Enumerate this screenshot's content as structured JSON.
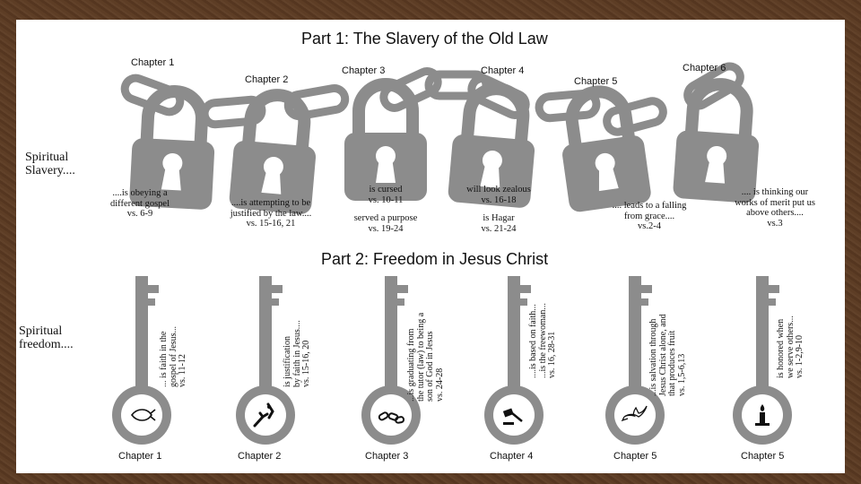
{
  "part1": {
    "title": "Part 1: The Slavery of the Old Law",
    "side_label": [
      "Spiritual",
      "Slavery...."
    ],
    "chapters": [
      {
        "label": "Chapter 1",
        "desc": [
          "....is obeying a",
          "different gospel",
          "vs. 6-9"
        ]
      },
      {
        "label": "Chapter 2",
        "desc": [
          "....is attempting to be",
          "justified by the law....",
          "vs. 15-16, 21"
        ]
      },
      {
        "label": "Chapter 3",
        "desc": [
          "is cursed",
          "vs. 10-11",
          "",
          "served a purpose",
          "vs. 19-24"
        ]
      },
      {
        "label": "Chapter 4",
        "desc": [
          "will look zealous",
          "vs. 16-18",
          "",
          "is Hagar",
          "vs. 21-24"
        ]
      },
      {
        "label": "Chapter 5",
        "desc": [
          ".... leads to a falling",
          "from grace....",
          "vs.2-4"
        ]
      },
      {
        "label": "Chapter 6",
        "desc": [
          ".... is thinking our",
          "works of merit put us",
          "above others....",
          "vs.3"
        ]
      }
    ]
  },
  "part2": {
    "title": "Part 2: Freedom in Jesus Christ",
    "side_label": [
      "Spiritual",
      "freedom...."
    ],
    "keys": [
      {
        "label": "Chapter 1",
        "icon": "fish-icon",
        "text": [
          "... is faith in the",
          "gospel of Jesus...",
          "vs. 11-12"
        ]
      },
      {
        "label": "Chapter 2",
        "icon": "hands-reaching-icon",
        "text": [
          "is justification",
          "by faith in Jesus....",
          "vs. 15-16, 20"
        ]
      },
      {
        "label": "Chapter 3",
        "icon": "broken-chains-icon",
        "text": [
          "...is graduating from",
          "the tutor (law) to being a",
          "son of God in Jesus",
          "vs. 24-28"
        ]
      },
      {
        "label": "Chapter 4",
        "icon": "gavel-icon",
        "text": [
          "....is based on faith...",
          "...is the freewoman...",
          "vs. 16, 28-31"
        ]
      },
      {
        "label": "Chapter 5",
        "icon": "dove-icon",
        "text": [
          "...is salvation through",
          "Jesus Christ alone, and",
          "that produces fruit",
          "vs. 1,5-6,13"
        ]
      },
      {
        "label": "Chapter 5",
        "icon": "candle-icon",
        "text": [
          "is honored when",
          "we serve others...",
          "vs. 1-2,9-10"
        ]
      }
    ]
  },
  "colors": {
    "lock_gray": "#8c8c8c",
    "frame_brown": "#5a3a22",
    "slide_bg": "#ffffff"
  }
}
